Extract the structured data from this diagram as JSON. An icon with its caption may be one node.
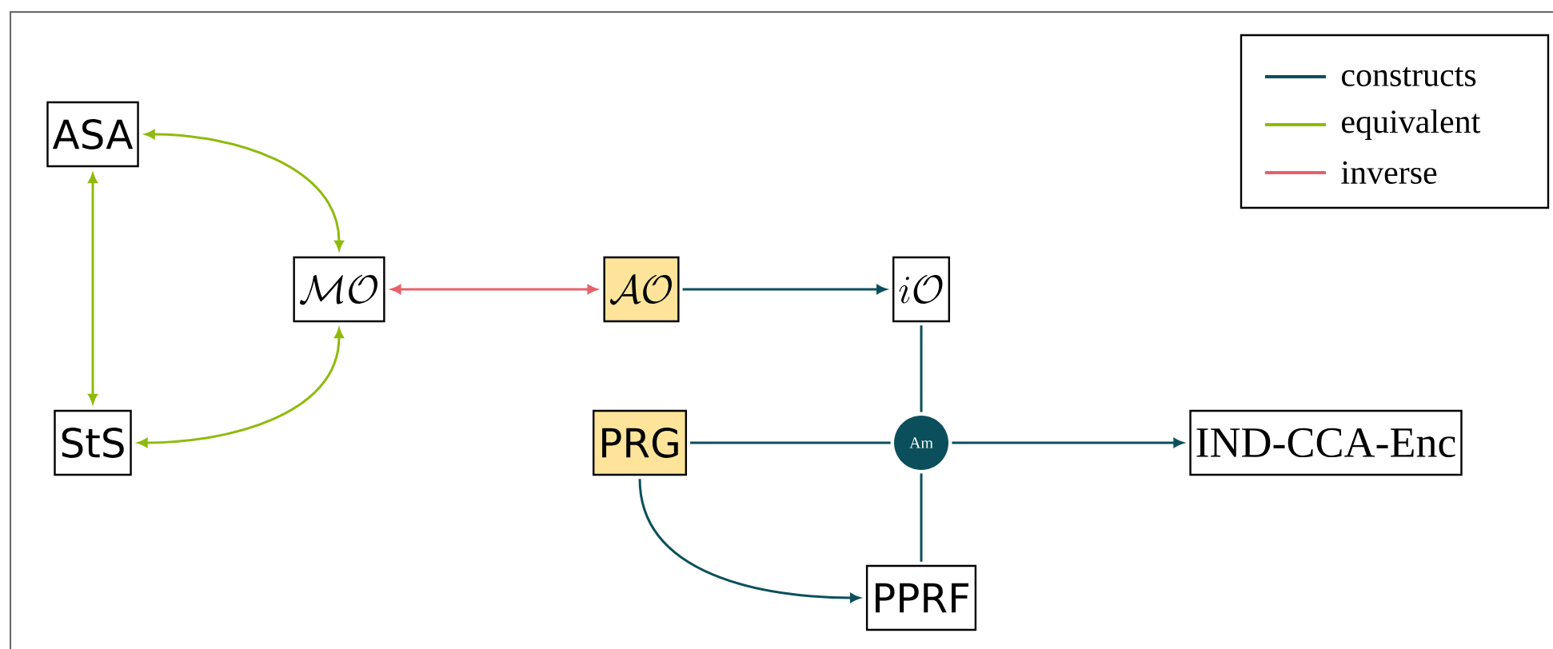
{
  "diagram": {
    "nodes": [
      {
        "text": [
          "ASA"
        ]
      },
      {
        "text": [
          "StS"
        ]
      },
      {
        "text": [
          "\\mathcal{MO}"
        ]
      },
      {
        "text": [
          "\\mathcal{AO}"
        ]
      },
      {
        "text": [
          "i\\mathcal{O}"
        ]
      },
      {
        "text": [
          "PRG"
        ]
      },
      {
        "text": [
          "Am"
        ]
      },
      {
        "text": [
          "IND-CCA-Enc"
        ]
      },
      {
        "text": [
          "PPRF"
        ]
      }
    ],
    "edges": [
      {
        "from": 0,
        "to": 2,
        "arrow": "both",
        "color": "#8fba0d"
      },
      {
        "from": 0,
        "to": 1,
        "arrow": "both",
        "color": "#8fba0d"
      },
      {
        "from": 1,
        "to": 2,
        "arrow": "both",
        "color": "#8fba0d"
      },
      {
        "from": 2,
        "to": 3,
        "arrow": "both",
        "color": "#e8606a"
      },
      {
        "from": 3,
        "to": 4,
        "arrow": "to"
      },
      {
        "from": 4,
        "to": 6,
        "arrow": "none"
      },
      {
        "from": 5,
        "to": 6,
        "arrow": "none"
      },
      {
        "from": 8,
        "to": 6,
        "arrow": "none"
      },
      {
        "from": 6,
        "to": 7,
        "arrow": "to"
      },
      {
        "from": 5,
        "to": 8,
        "arrow": "to"
      }
    ],
    "legend": [
      {
        "text": "constructs",
        "color": "#0b4f5c"
      },
      {
        "text": "equivalent",
        "color": "#8fba0d"
      },
      {
        "text": "inverse",
        "color": "#e8606a"
      }
    ]
  }
}
